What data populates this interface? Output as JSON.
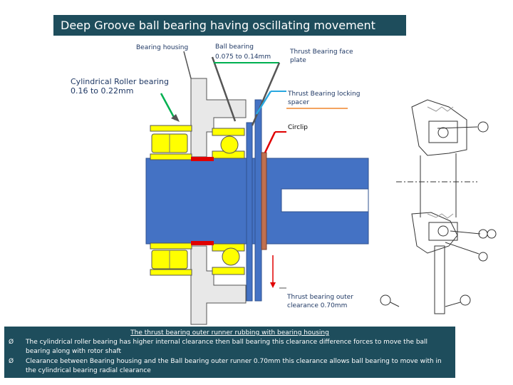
{
  "title": "Deep Groove ball bearing having oscillating movement",
  "labels": {
    "bearing_housing": "Bearing housing",
    "ball_bearing": "Ball bearing",
    "ball_bearing_clearance": "0.075 to 0.14mm",
    "thrust_face_plate_1": "Thrust Bearing face",
    "thrust_face_plate_2": "plate",
    "roller_bearing_1": "Cylindrical  Roller bearing",
    "roller_bearing_2": "0.16 to 0.22mm",
    "locking_spacer_1": "Thrust Bearing locking",
    "locking_spacer_2": "spacer",
    "circlip": "Circlip",
    "outer_clearance_1": "Thrust bearing outer",
    "outer_clearance_2": "clearance 0.70mm"
  },
  "notes": {
    "heading": "The thrust bearing outer runner rubbing with bearing housing",
    "bullet_marker": "Ø",
    "bullet_1": "The cylindrical  roller bearing has higher internal clearance then ball bearing this clearance difference forces to move the ball bearing along with rotor shaft",
    "bullet_2": "Clearance between Bearing housing and the Ball bearing  outer runner  0.70mm  this clearance allows  ball bearing  to  move with in the cylindrical bearing  radial clearance"
  },
  "colors": {
    "title_bg": "#1e4d5c",
    "shaft": "#4472c4",
    "rollers": "#ffff00",
    "ball_bearing_line": "#00b050",
    "thrust_plate_line": "#29a8e0",
    "spacer_line": "#f4a460",
    "circlip_line": "#e00000"
  }
}
